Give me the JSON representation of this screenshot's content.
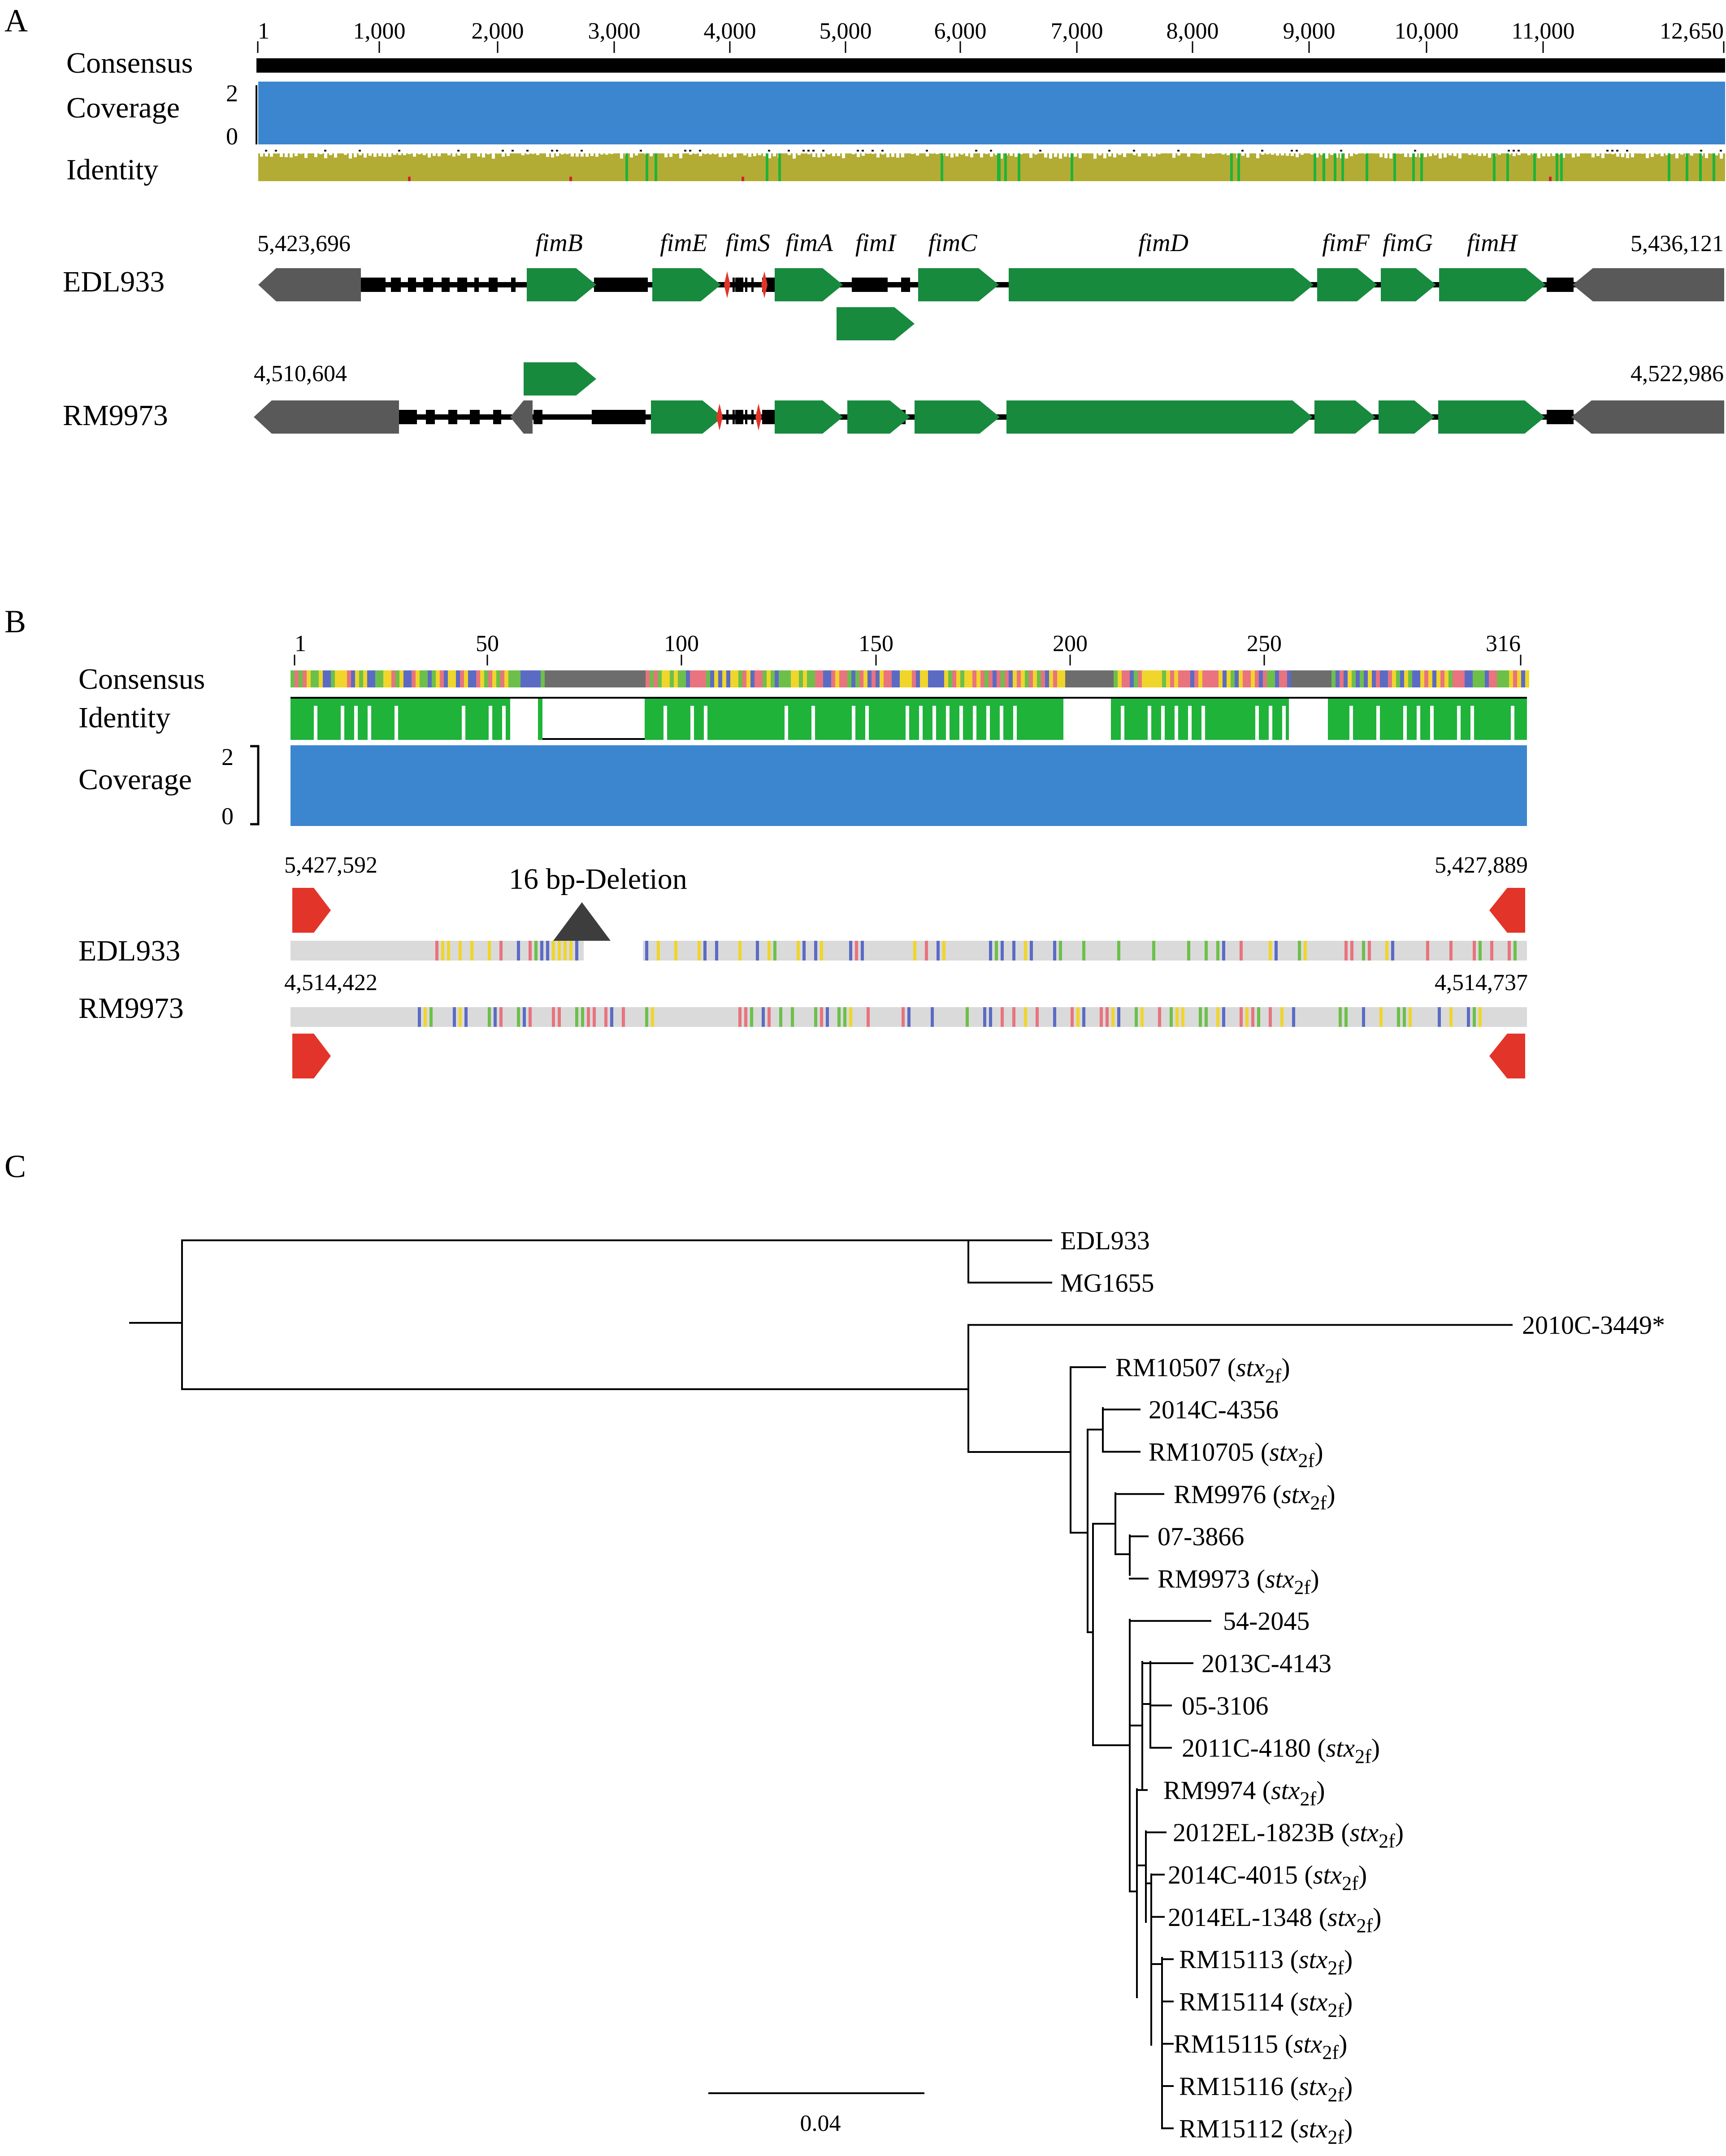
{
  "colors": {
    "consensus": "#000000",
    "coverage": "#3b86cf",
    "identity_olive": "#b2ac34",
    "identity_green": "#1fb33a",
    "gene_green": "#178a3e",
    "gene_gray": "#595959",
    "inverted_repeat": "#e3342a",
    "deletion": "#3d3d3d",
    "track_gray": "#dadada",
    "nuc_a": "#e9737e",
    "nuc_c": "#5b6bc4",
    "nuc_g": "#f0d52a",
    "nuc_t": "#6cc04a"
  },
  "panelA": {
    "letter": "A",
    "ruler_ticks": [
      "1",
      "1,000",
      "2,000",
      "3,000",
      "4,000",
      "5,000",
      "6,000",
      "7,000",
      "8,000",
      "9,000",
      "10,000",
      "11,000",
      "12,650"
    ],
    "row_labels": {
      "consensus": "Consensus",
      "coverage": "Coverage",
      "identity": "Identity"
    },
    "coverage_axis": {
      "max": "2",
      "min": "0"
    },
    "edl": {
      "name": "EDL933",
      "start": "5,423,696",
      "end": "5,436,121"
    },
    "rm": {
      "name": "RM9973",
      "start": "4,510,604",
      "end": "4,522,986"
    },
    "genes": [
      "fimB",
      "fimE",
      "fimS",
      "fimA",
      "fimI",
      "fimC",
      "fimD",
      "fimF",
      "fimG",
      "fimH"
    ]
  },
  "panelB": {
    "letter": "B",
    "ruler_ticks": [
      "1",
      "50",
      "100",
      "150",
      "200",
      "250",
      "316"
    ],
    "row_labels": {
      "consensus": "Consensus",
      "identity": "Identity",
      "coverage": "Coverage"
    },
    "coverage_axis": {
      "max": "2",
      "min": "0"
    },
    "edl": {
      "name": "EDL933",
      "start": "5,427,592",
      "end": "5,427,889"
    },
    "rm": {
      "name": "RM9973",
      "start": "4,514,422",
      "end": "4,514,737"
    },
    "deletion_label": "16 bp-Deletion"
  },
  "panelC": {
    "letter": "C",
    "scale_label": "0.04",
    "leaves": [
      {
        "name": "EDL933",
        "stx": false
      },
      {
        "name": "MG1655",
        "stx": false
      },
      {
        "name": "2010C-3449*",
        "stx": false
      },
      {
        "name": "RM10507",
        "stx": true
      },
      {
        "name": "2014C-4356",
        "stx": false
      },
      {
        "name": "RM10705",
        "stx": true
      },
      {
        "name": "RM9976",
        "stx": true
      },
      {
        "name": "07-3866",
        "stx": false
      },
      {
        "name": "RM9973",
        "stx": true
      },
      {
        "name": "54-2045",
        "stx": false
      },
      {
        "name": "2013C-4143",
        "stx": false
      },
      {
        "name": "05-3106",
        "stx": false
      },
      {
        "name": "2011C-4180",
        "stx": true
      },
      {
        "name": "RM9974",
        "stx": true
      },
      {
        "name": "2012EL-1823B",
        "stx": true
      },
      {
        "name": "2014C-4015",
        "stx": true
      },
      {
        "name": "2014EL-1348",
        "stx": true
      },
      {
        "name": "RM15113",
        "stx": true
      },
      {
        "name": "RM15114",
        "stx": true
      },
      {
        "name": "RM15115",
        "stx": true
      },
      {
        "name": "RM15116",
        "stx": true
      },
      {
        "name": "RM15112",
        "stx": true
      }
    ],
    "stx_gene": {
      "base": "stx",
      "sub": "2f"
    }
  }
}
